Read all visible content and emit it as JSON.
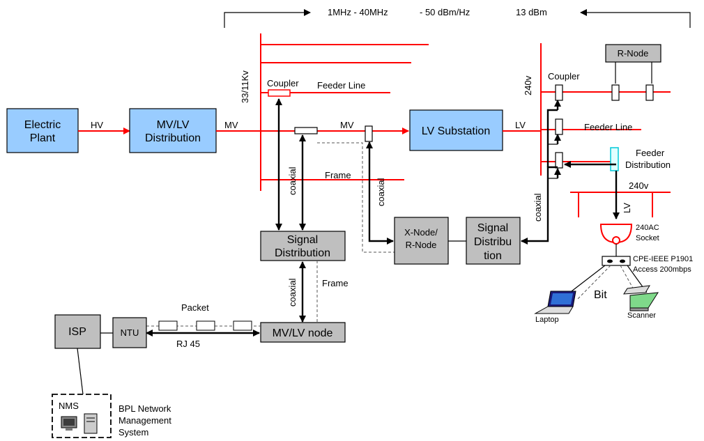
{
  "top_band": {
    "frequency": "1MHz - 40MHz",
    "psd": "- 50 dBm/Hz",
    "power": "13 dBm"
  },
  "blocks": {
    "electric_plant": [
      "Electric",
      "Plant"
    ],
    "mvlv_distribution": [
      "MV/LV",
      "Distribution"
    ],
    "lv_substation": "LV Substation",
    "r_node": "R-Node",
    "signal_distribution_center": [
      "Signal",
      "Distribution"
    ],
    "xnode_rnode": [
      "X-Node/",
      "R-Node"
    ],
    "signal_distribution_right": [
      "Signal",
      "Distribu",
      "tion"
    ],
    "mvlv_node": "MV/LV node",
    "isp": "ISP",
    "ntu": "NTU",
    "nms": "NMS"
  },
  "labels": {
    "hv": "HV",
    "mv_left": "MV",
    "mv_mid": "MV",
    "lv": "LV",
    "voltage_vertical": "33/11Kv",
    "coupler_left": "Coupler",
    "feeder_line_left": "Feeder Line",
    "coupler_right": "Coupler",
    "v240_vertical": "240v",
    "feeder_line_right": "Feeder Line",
    "feeder_distribution": [
      "Feeder",
      "Distribution"
    ],
    "v240": "240v",
    "lv_vertical": "LV",
    "socket": [
      "240AC",
      "Socket"
    ],
    "cpe": [
      "CPE-IEEE P1901",
      "Access 200mbps"
    ],
    "bit": "Bit",
    "laptop": "Laptop",
    "scanner": "Scanner",
    "coaxial": "coaxial",
    "frame": "Frame",
    "packet": "Packet",
    "rj45": "RJ 45",
    "bpl_nms": [
      "BPL Network",
      "Management",
      "System"
    ]
  }
}
